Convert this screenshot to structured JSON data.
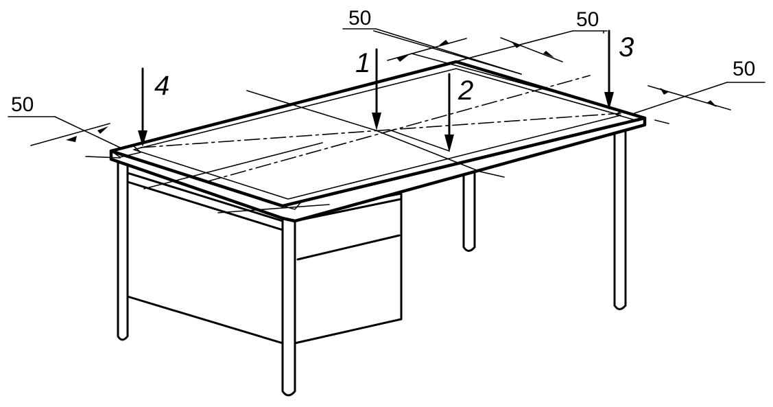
{
  "figure": {
    "load_points": [
      {
        "label": "1"
      },
      {
        "label": "2"
      },
      {
        "label": "3"
      },
      {
        "label": "4"
      }
    ],
    "dimensions": [
      {
        "label": "50"
      },
      {
        "label": "50"
      },
      {
        "label": "50"
      },
      {
        "label": "50"
      }
    ]
  }
}
